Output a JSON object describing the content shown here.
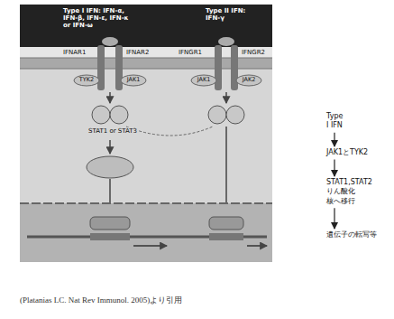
{
  "diagram": {
    "caption": "(Platanias LC. Nat Rev Immunol. 2005)より引用",
    "nodes": [
      {
        "text": [
          "Type I IFN"
        ]
      },
      {
        "text": [
          "JAK1とTYK2"
        ]
      },
      {
        "text": [
          "STAT1,STAT2 りん酸化 核へ移行"
        ]
      },
      {
        "text": [
          "遺伝子の転写等"
        ]
      }
    ],
    "edges": [
      {
        "from": 0,
        "to": 1,
        "arrow": "to"
      },
      {
        "from": 1,
        "to": 2,
        "arrow": "to"
      },
      {
        "from": 2,
        "to": 3,
        "arrow": "to"
      }
    ],
    "labels": [
      "Type I IFN: IFN-α, IFN-β, IFN-ε, IFN-κ or IFN-ω",
      "Type II IFN: IFN-γ",
      "IFNAR1",
      "IFNAR2",
      "IFNGR1",
      "IFNGR2",
      "TYK2",
      "JAK1",
      "JAK1",
      "JAK2",
      "STAT1 or STAT3"
    ]
  }
}
